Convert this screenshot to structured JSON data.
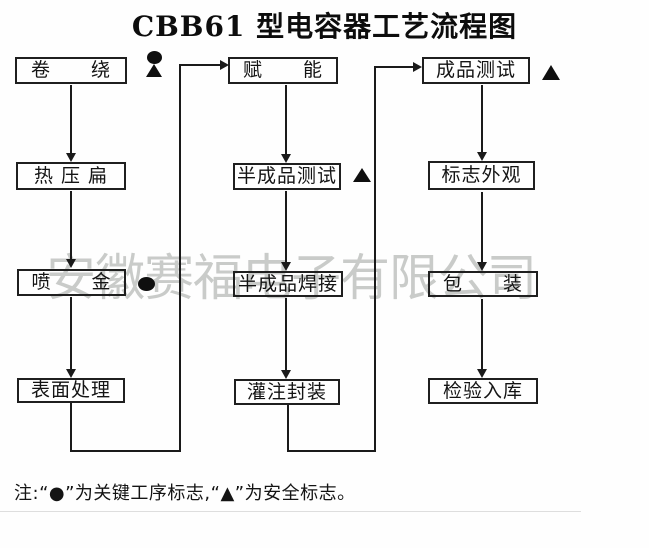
{
  "title": "CBB61 型电容器工艺流程图",
  "watermark": "安徽赛福电子有限公司",
  "note": "注:“●”为关键工序标志,“▲”为安全标志。",
  "legend": {
    "key_process_symbol": "●",
    "key_process_meaning": "为关键工序标志",
    "safety_symbol": "▲",
    "safety_meaning": "为安全标志"
  },
  "colors": {
    "line": "#1a1a1a",
    "text": "#141414",
    "watermark": "#c9cbc9",
    "background": "#ffffff"
  },
  "flow": {
    "columns": [
      {
        "steps": [
          {
            "label": "卷　　绕",
            "markers": [
              "key-process",
              "safety"
            ]
          },
          {
            "label": "热 压 扁",
            "markers": []
          },
          {
            "label": "喷　　金",
            "markers": [
              "key-process"
            ]
          },
          {
            "label": "表面处理",
            "markers": []
          }
        ]
      },
      {
        "steps": [
          {
            "label": "赋　　能",
            "markers": []
          },
          {
            "label": "半成品测试",
            "markers": [
              "safety"
            ]
          },
          {
            "label": "半成品焊接",
            "markers": []
          },
          {
            "label": "灌注封装",
            "markers": []
          }
        ]
      },
      {
        "steps": [
          {
            "label": "成品测试",
            "markers": [
              "safety"
            ]
          },
          {
            "label": "标志外观",
            "markers": []
          },
          {
            "label": "包　　装",
            "markers": []
          },
          {
            "label": "检验入库",
            "markers": []
          }
        ]
      }
    ]
  }
}
